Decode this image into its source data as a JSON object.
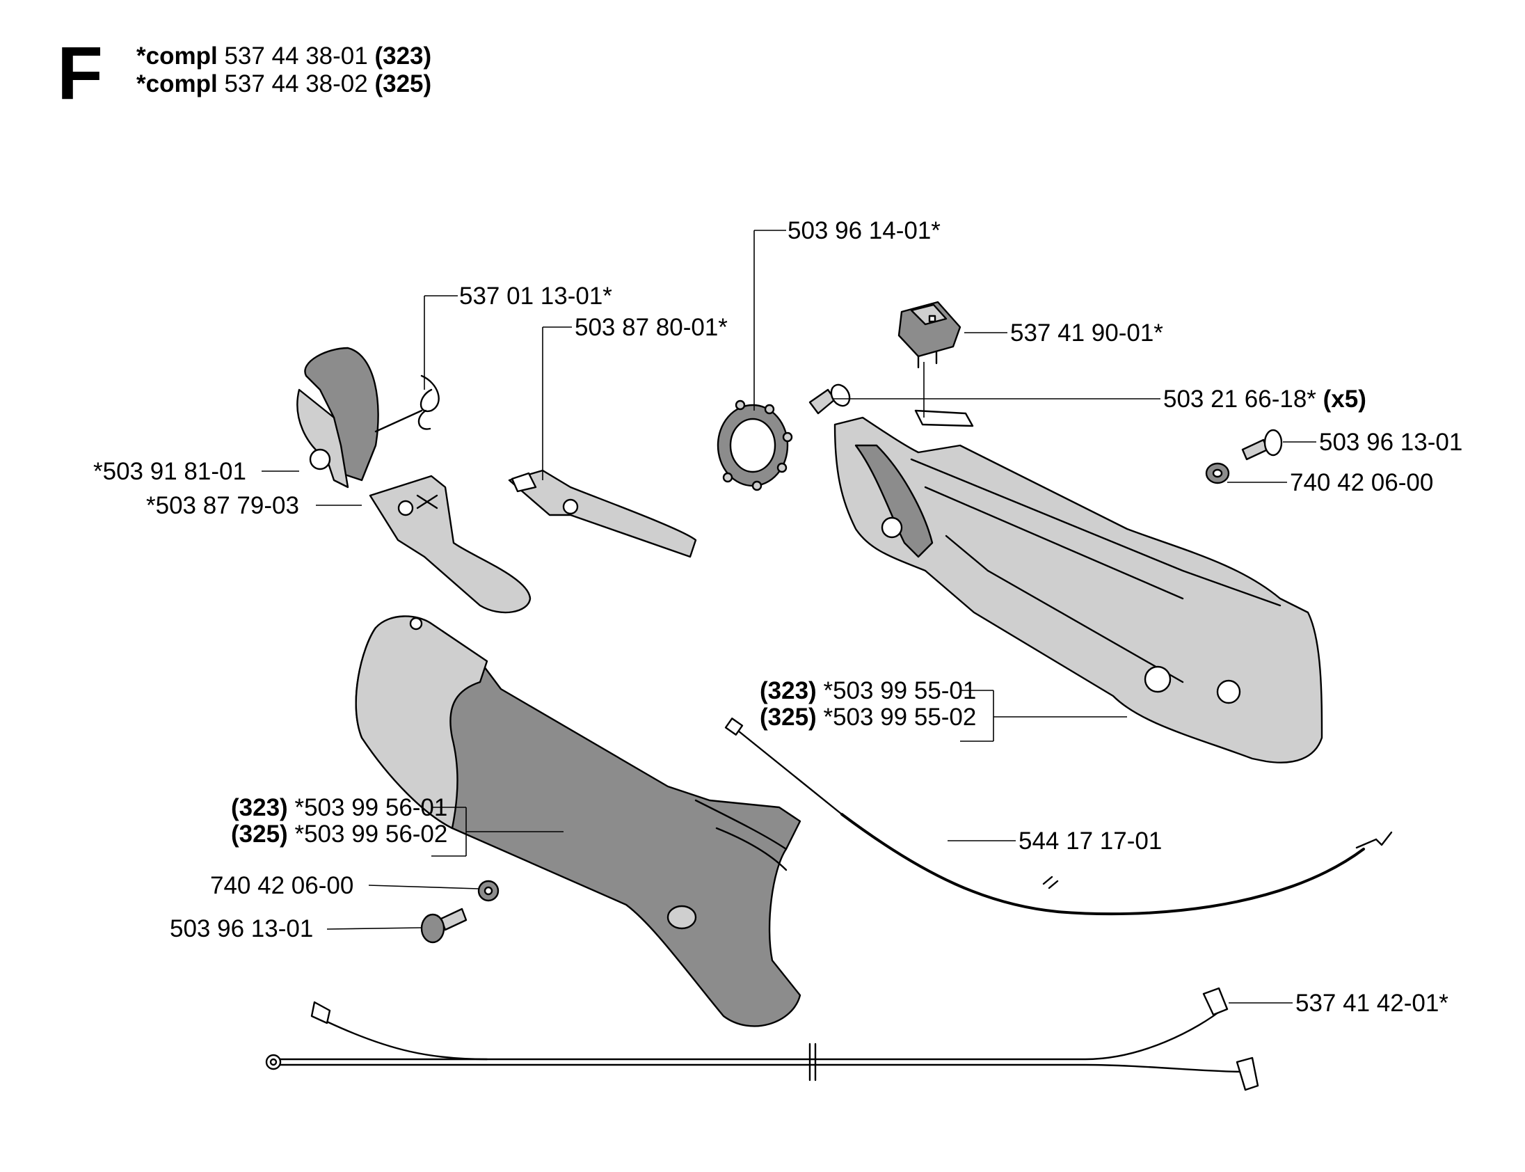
{
  "section": {
    "letter": "F"
  },
  "header": [
    {
      "prefix": "*compl",
      "number": "537 44 38-01",
      "model": "(323)"
    },
    {
      "prefix": "*compl",
      "number": "537 44 38-02",
      "model": "(325)"
    }
  ],
  "parts": {
    "p5370113": "537 01 13-01*",
    "p5038780": "503 87 80-01*",
    "p5039614": "503 96 14-01*",
    "p5374190": "537 41 90-01*",
    "p5032166": "503 21 66-18*",
    "p5032166_qty": "(x5)",
    "p5039613_right": "503 96 13-01",
    "p7404206_right": "740 42 06-00",
    "p5039181": "*503 91 81-01",
    "p5038779": "*503 87 79-03",
    "p5039955_a_model": "(323)",
    "p5039955_a": "*503 99 55-01",
    "p5039955_b_model": "(325)",
    "p5039955_b": "*503 99 55-02",
    "p5039956_a_model": "(323)",
    "p5039956_a": "*503 99 56-01",
    "p5039956_b_model": "(325)",
    "p5039956_b": "*503 99 56-02",
    "p7404206_left": "740 42 06-00",
    "p5039613_left": "503 96 13-01",
    "p5441717": "544 17 17-01",
    "p5374142": "537 41 42-01*"
  }
}
